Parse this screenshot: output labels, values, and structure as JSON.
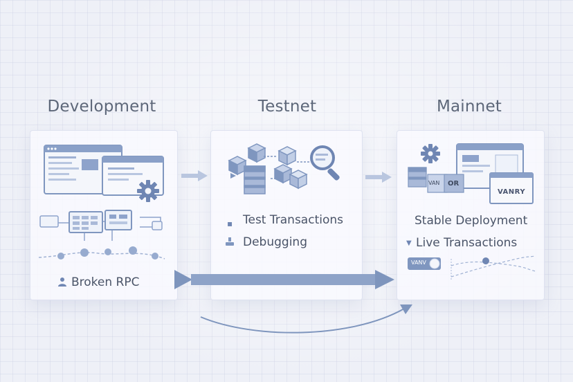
{
  "stages": {
    "development": {
      "title": "Development",
      "items": [
        "Broken RPC"
      ]
    },
    "testnet": {
      "title": "Testnet",
      "items": [
        "Test Transactions",
        "Debugging"
      ]
    },
    "mainnet": {
      "title": "Mainnet",
      "items": [
        "Stable Deployment",
        "Live Transactions"
      ],
      "badges": [
        "VAN",
        "OR",
        "VANRY",
        "VANV"
      ]
    }
  },
  "colors": {
    "accent": "#6f86b3",
    "accent_light": "#a9b9d8",
    "arrow": "#7e95bd",
    "panel": "#fafaff"
  },
  "icons": [
    "browser-window-icon",
    "gear-icon",
    "network-icon",
    "cube-icon",
    "magnifier-icon",
    "server-stack-icon",
    "toggle-icon"
  ]
}
